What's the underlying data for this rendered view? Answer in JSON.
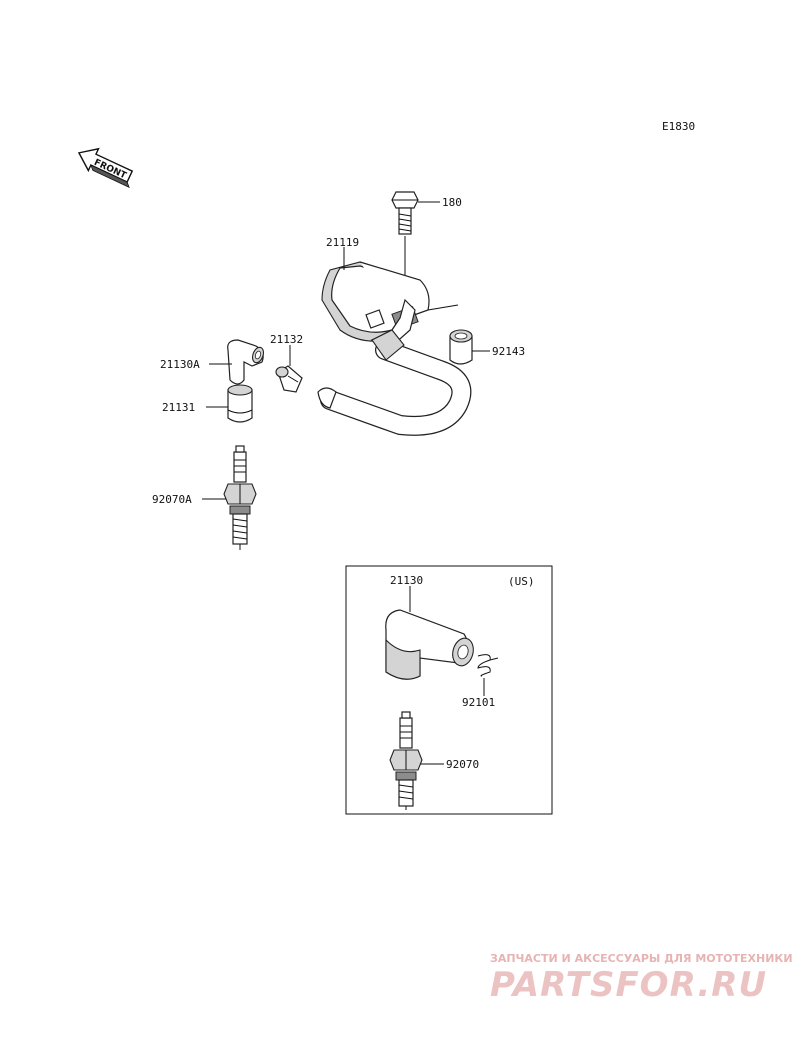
{
  "diagram": {
    "code": "E1830",
    "front_label": "FRONT",
    "inset_label": "(US)",
    "parts": {
      "p180": "180",
      "p21119": "21119",
      "p21132": "21132",
      "p21130A": "21130A",
      "p92143": "92143",
      "p21131": "21131",
      "p92070A": "92070A",
      "p21130": "21130",
      "p92101": "92101",
      "p92070": "92070"
    }
  },
  "watermark": {
    "subtitle": "ЗАПЧАСТИ И АКСЕССУАРЫ ДЛЯ МОТОТЕХНИКИ",
    "brand": "PARTSFOR.RU"
  },
  "colors": {
    "line": "#111111",
    "watermark": "#e2a5a5"
  }
}
